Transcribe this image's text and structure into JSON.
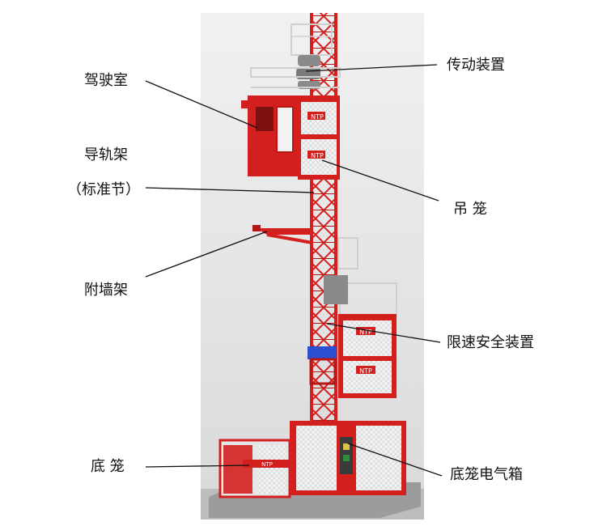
{
  "labels": {
    "cab": "驾驶室",
    "mast_line1": "导轨架",
    "mast_line2": "（标准节）",
    "wall_tie": "附墙架",
    "base_enclosure": "底 笼",
    "drive_unit": "传动装置",
    "cage": "吊 笼",
    "safety_device": "限速安全装置",
    "base_electric_box": "底笼电气箱"
  },
  "cage_badge_text": "NTP",
  "colors": {
    "structure_red": "#d41f1f",
    "background_gray": "#e3e3e3",
    "leader_line": "#111111",
    "mesh_white": "#f2f2f2",
    "safety_blue": "#2a4fd0"
  }
}
